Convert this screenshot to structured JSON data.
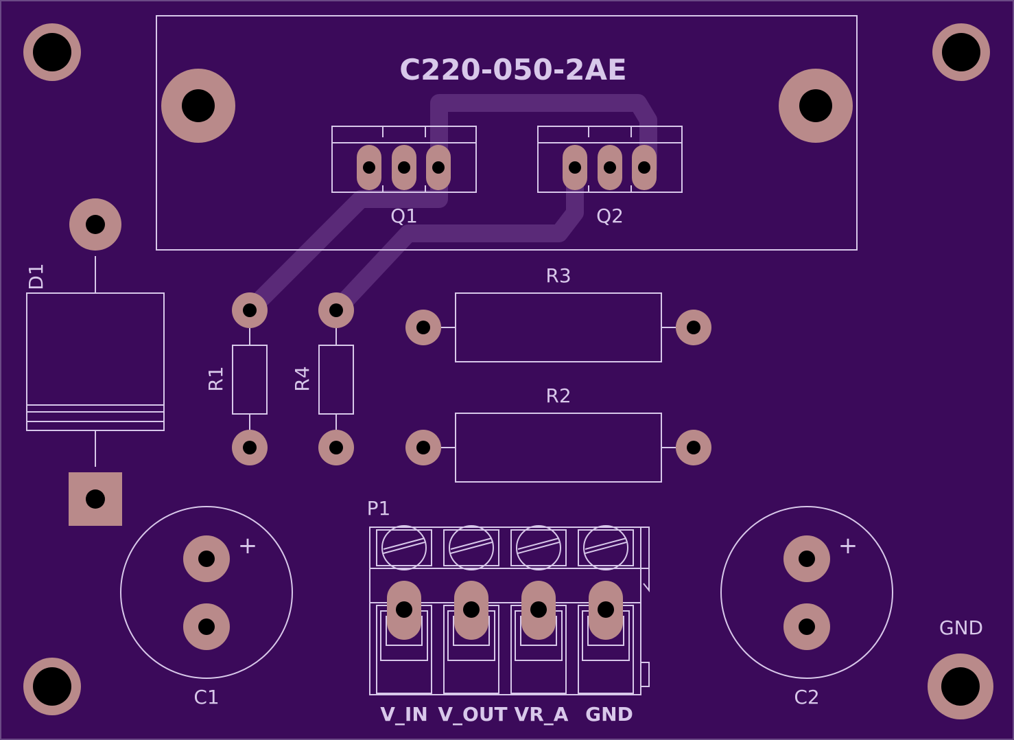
{
  "board": {
    "background": "#3b0a5a",
    "silk_color": "#d8c8ea",
    "copper_color": "#b98a8a",
    "trace_color": "#5a2a78"
  },
  "labels": {
    "heatsink": "C220-050-2AE",
    "q1": "Q1",
    "q2": "Q2",
    "d1": "D1",
    "r1": "R1",
    "r2": "R2",
    "r3": "R3",
    "r4": "R4",
    "p1": "P1",
    "c1": "C1",
    "c2": "C2",
    "c1_plus": "+",
    "c2_plus": "+",
    "gnd_pad": "GND"
  },
  "terminals": [
    "V_IN",
    "V_OUT",
    "VR_A",
    "GND"
  ]
}
